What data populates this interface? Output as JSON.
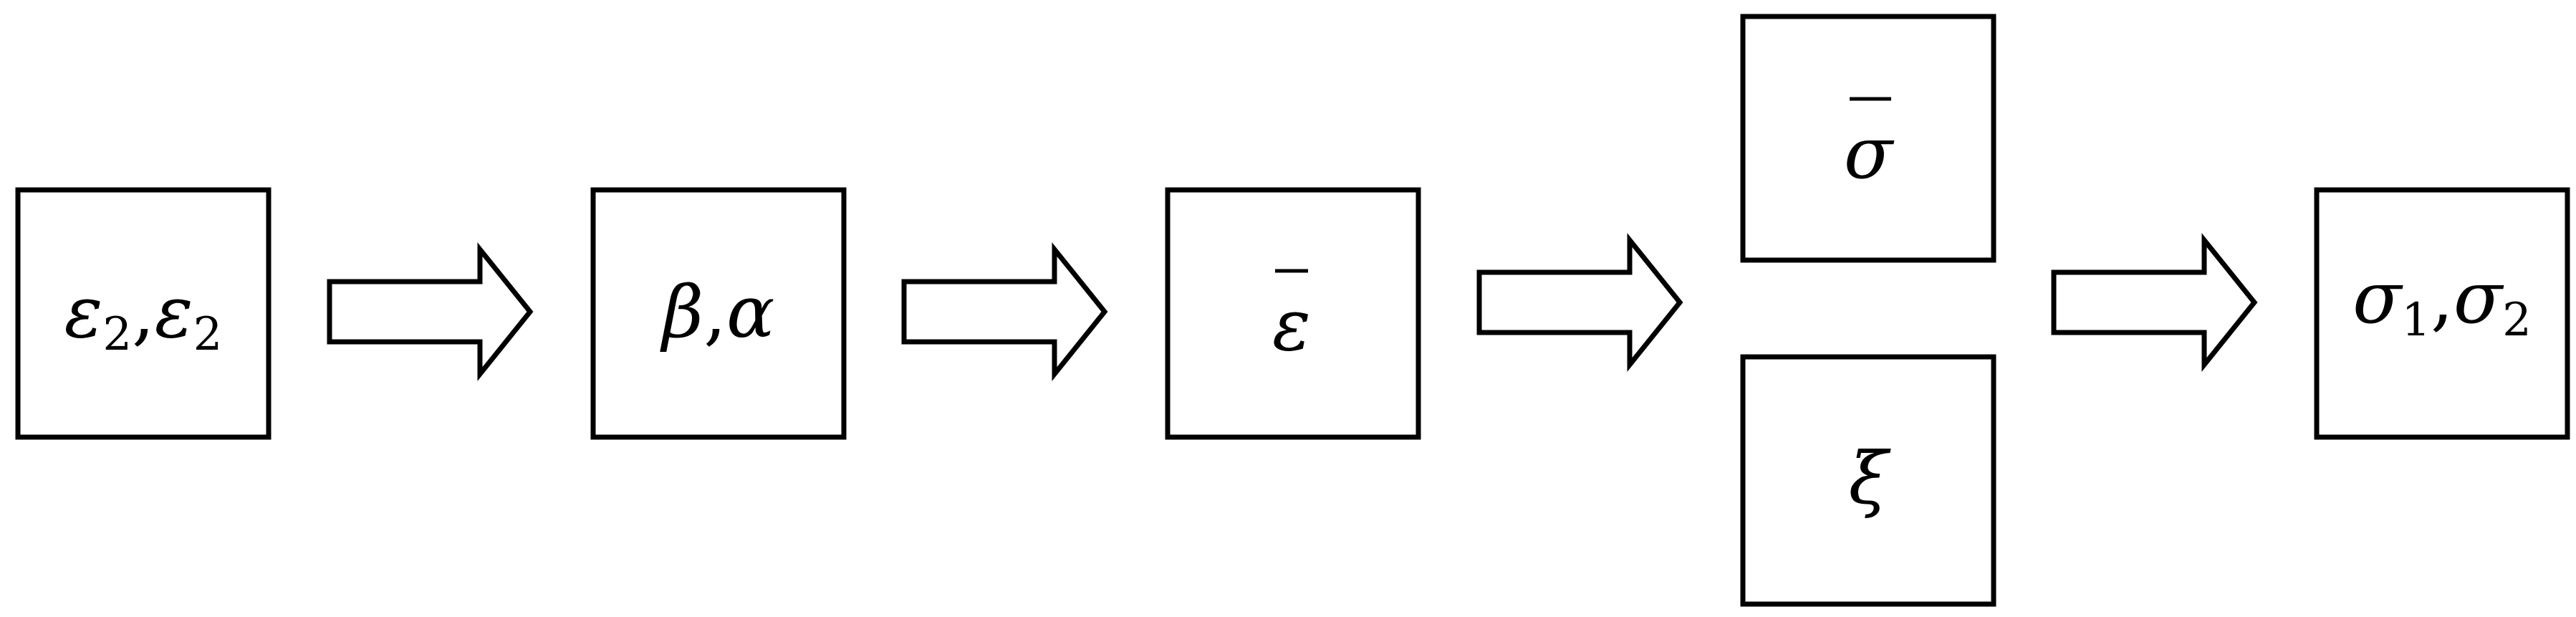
{
  "nodes": {
    "strains": {
      "sym1": "ε",
      "sub1": "2",
      "sep": ",",
      "sym2": "ε",
      "sub2": "2"
    },
    "angles": {
      "sym1": "β",
      "sep": ",",
      "sym2": "α"
    },
    "effective_strain": {
      "sym": "ε",
      "overbar": true
    },
    "effective_stress": {
      "sym": "σ",
      "overbar": true
    },
    "xi": {
      "sym": "ξ"
    },
    "stresses": {
      "sym1": "σ",
      "sub1": "1",
      "sep": ",",
      "sym2": "σ",
      "sub2": "2"
    }
  },
  "edges": [
    {
      "from": "strains",
      "to": "angles"
    },
    {
      "from": "angles",
      "to": "effective_strain"
    },
    {
      "from": "effective_strain",
      "to": "effective_stress + xi"
    },
    {
      "from": "effective_stress + xi",
      "to": "stresses"
    }
  ],
  "colors": {
    "stroke": "#000000",
    "fill": "#ffffff"
  }
}
